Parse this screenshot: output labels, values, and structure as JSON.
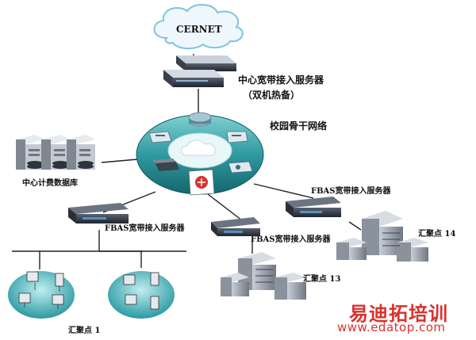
{
  "diagram": {
    "cloud_label": "CERNET",
    "central_server_label": "中心宽带接入服务器",
    "central_server_sublabel": "（双机热备）",
    "backbone_label": "校园骨干网络",
    "billing_db_label": "中心计费数据库",
    "fbas_left_label": "FBAS宽带接入服务器",
    "fbas_middle_label": "FBAS宽带接入服务器",
    "fbas_right_label": "FBAS宽带接入服务器",
    "hub_1_label": "汇聚点 1",
    "hub_13_label": "汇聚点 13",
    "hub_14_label": "汇聚点 14"
  },
  "watermark": {
    "brand": "易迪拓培训",
    "url": "www.edatop.com"
  },
  "colors": {
    "backbone": "#2f9aa0",
    "router": "#2d3440",
    "link": "#222222",
    "watermark": "#d8322e"
  }
}
